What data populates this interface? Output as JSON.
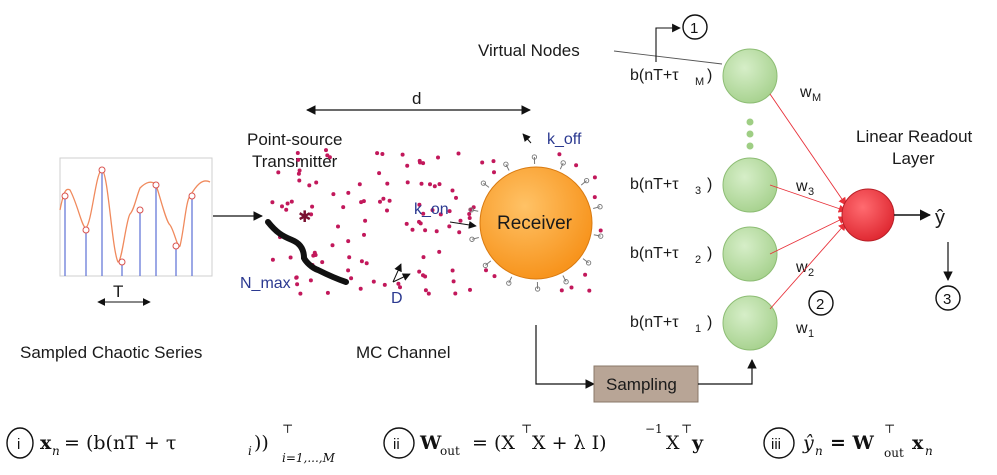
{
  "labels": {
    "sampled_series": "Sampled Chaotic Series",
    "period": "T",
    "transmitter": [
      "Point-source",
      "Transmitter"
    ],
    "n_max": "N_max",
    "distance": "d",
    "diffusion": "D",
    "k_on": "k_on",
    "k_off": "k_off",
    "receiver": "Receiver",
    "channel": "MC Channel",
    "sampling": "Sampling",
    "virtual_nodes": "Virtual Nodes",
    "readout": [
      "Linear Readout",
      "Layer"
    ],
    "output": "ŷ"
  },
  "nodes": [
    {
      "base": "b(nT+τ",
      "sub": "M",
      "close": ")",
      "weight": "w",
      "wsub": "M"
    },
    {
      "base": "b(nT+τ",
      "sub": "3",
      "close": ")",
      "weight": "w",
      "wsub": "3"
    },
    {
      "base": "b(nT+τ",
      "sub": "2",
      "close": ")",
      "weight": "w",
      "wsub": "2"
    },
    {
      "base": "b(nT+τ",
      "sub": "1",
      "close": ")",
      "weight": "w",
      "wsub": "1"
    }
  ],
  "markers": [
    "1",
    "2",
    "3"
  ],
  "equations": [
    {
      "num": "i",
      "lhs": "x",
      "lhs_sub": "n",
      "rhs": "= (b(nT + τ",
      "rhs_sub": "i",
      "rhs_end": "))",
      "sup": "⊤",
      "range": "i=1,...,M"
    },
    {
      "num": "ii",
      "lhs": "W",
      "lhs_sub": "out",
      "rhs": "= (X",
      "sup1": "⊤",
      "mid": "X + λ I)",
      "sup2": "−1",
      "end": "X",
      "sup3": "⊤",
      "tail": "y"
    },
    {
      "num": "iii",
      "lhs": "ŷ",
      "lhs_sub": "n",
      "rhs": "= W",
      "sup": "⊤",
      "rhs_sub": "out",
      "tail": "x",
      "tail_sub": "n"
    }
  ],
  "colors": {
    "series_stem": "#5b6fd6",
    "series_curve": "#f08a5d",
    "molecule": "#c2185b",
    "receiver": "#f7941d",
    "virtual_node": "#b5dba0",
    "readout": "#e8313a",
    "sampling_box": "#b8a596",
    "weight_arrow": "#e8313a"
  }
}
